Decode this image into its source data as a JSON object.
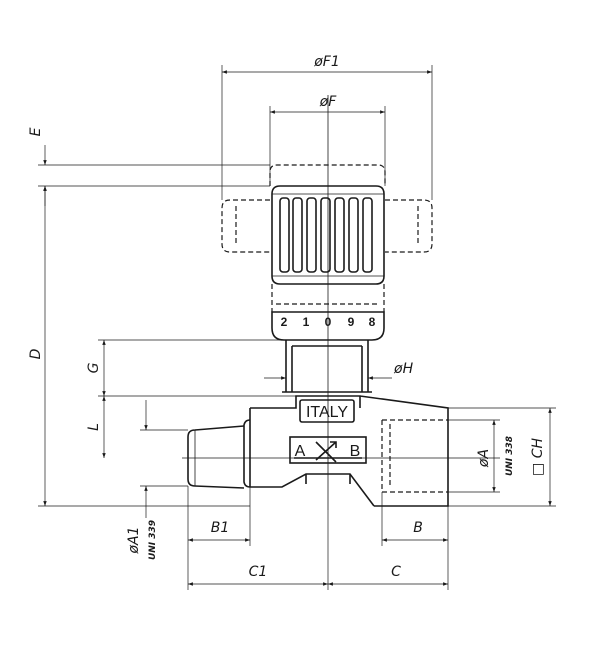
{
  "dimensions": {
    "F1": "øF1",
    "F": "øF",
    "E": "E",
    "D": "D",
    "G": "G",
    "H": "øH",
    "L": "L",
    "A": "øA",
    "A_std": "UNI 338",
    "A1": "øA1",
    "A1_std": "UNI 339",
    "CH": "□ CH",
    "B1": "B1",
    "B": "B",
    "C1": "C1",
    "C": "C"
  },
  "body_marks": {
    "country": "ITALY",
    "port_in": "A",
    "port_out": "B"
  },
  "scale": [
    "2",
    "1",
    "0",
    "9",
    "8"
  ]
}
